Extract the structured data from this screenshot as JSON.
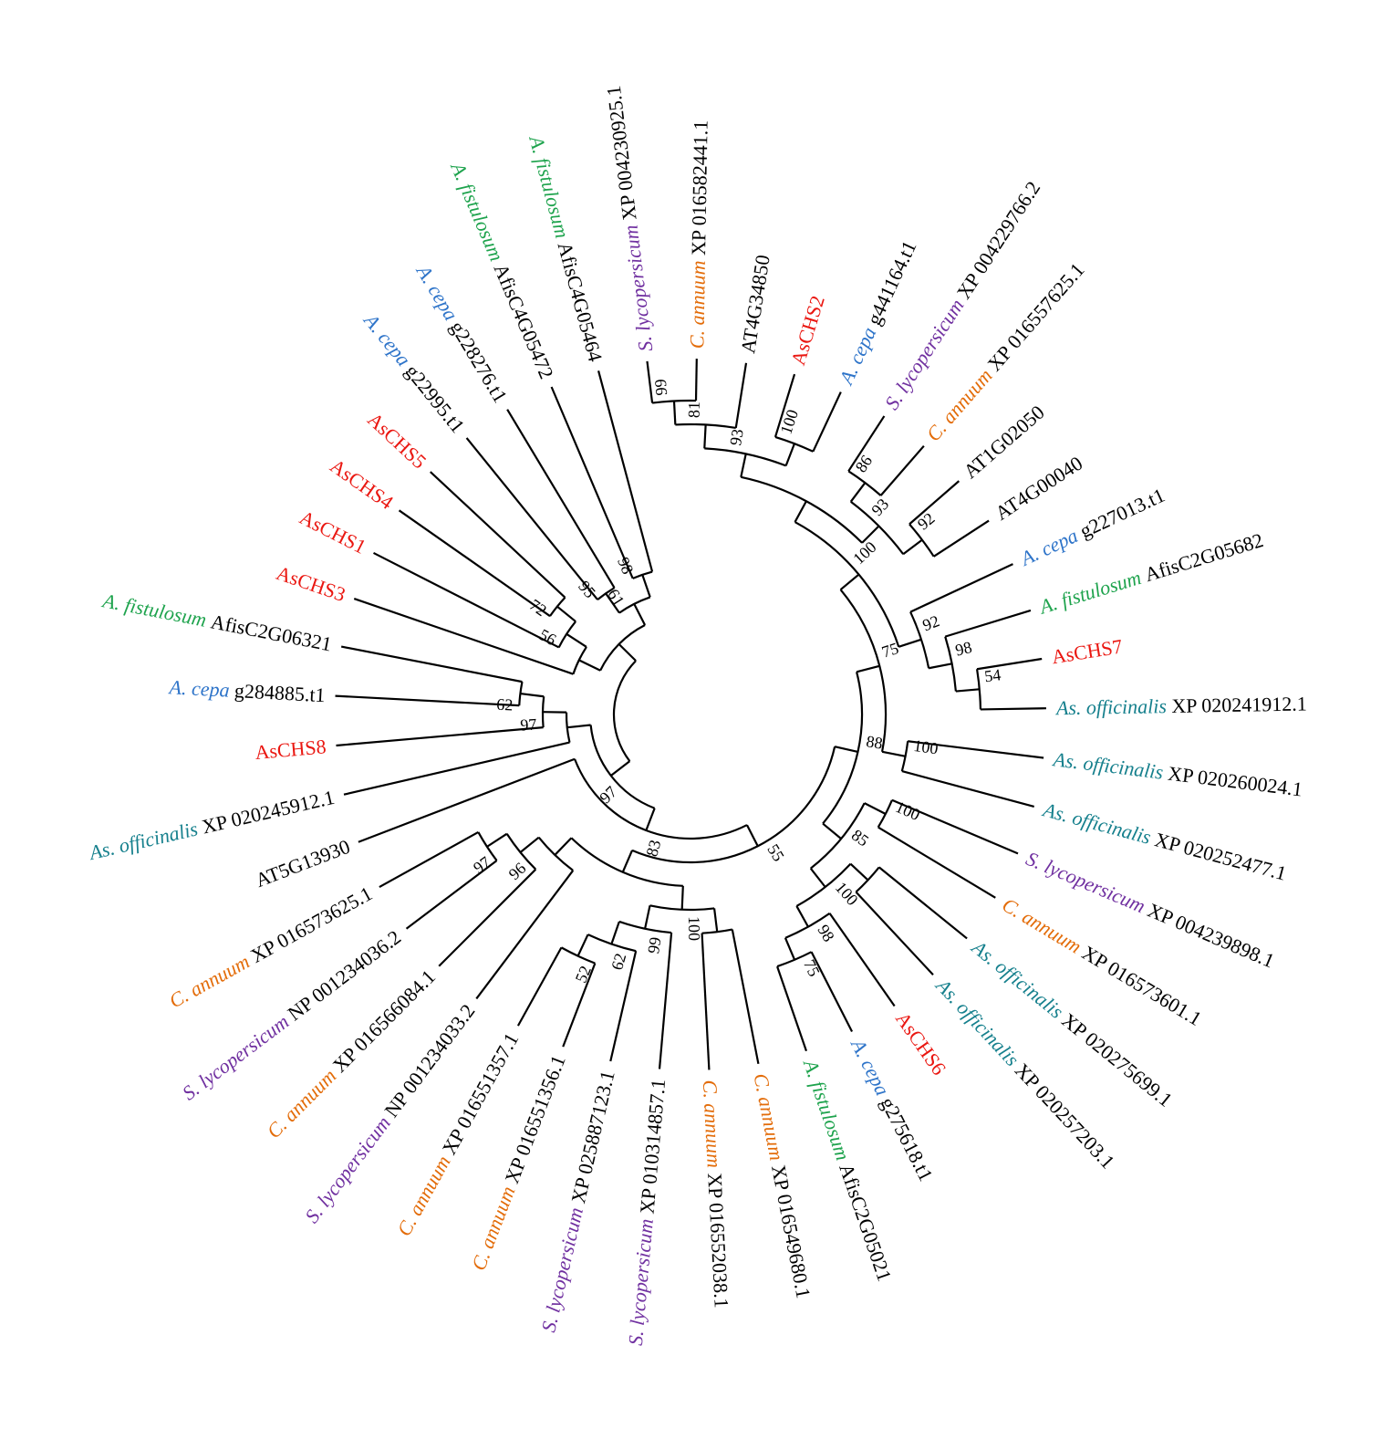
{
  "figure": {
    "kind": "circular-phylogenetic-tree"
  },
  "colors": {
    "lycopersicum": "#7030a0",
    "annuum": "#e36c09",
    "cepa": "#2e74c9",
    "fistulosum": "#1ea34d",
    "officinalis": "#16808d",
    "aschs": "#ea1711",
    "plain": "#000000",
    "branch": "#000000"
  },
  "leaves": [
    {
      "it": "S. lycopersicum",
      "pl": "XP 004230925.1",
      "ck": "lycopersicum"
    },
    {
      "it": "C. annuum",
      "pl": "XP 016582441.1",
      "ck": "annuum"
    },
    {
      "it": "",
      "pl": "AT4G34850",
      "ck": "plain"
    },
    {
      "it": "",
      "pl": "AsCHS2",
      "ck": "aschs"
    },
    {
      "it": "A. cepa",
      "pl": "g441164.t1",
      "ck": "cepa"
    },
    {
      "it": "S. lycopersicum",
      "pl": "XP 004229766.2",
      "ck": "lycopersicum"
    },
    {
      "it": "C. annuum",
      "pl": "XP 016557625.1",
      "ck": "annuum"
    },
    {
      "it": "",
      "pl": "AT1G02050",
      "ck": "plain"
    },
    {
      "it": "",
      "pl": "AT4G00040",
      "ck": "plain"
    },
    {
      "it": "A. cepa",
      "pl": "g227013.t1",
      "ck": "cepa"
    },
    {
      "it": "A. fistulosum",
      "pl": "AfisC2G05682",
      "ck": "fistulosum"
    },
    {
      "it": "",
      "pl": "AsCHS7",
      "ck": "aschs"
    },
    {
      "it": "As. officinalis",
      "pl": "XP 020241912.1",
      "ck": "officinalis"
    },
    {
      "it": "As. officinalis",
      "pl": "XP 020260024.1",
      "ck": "officinalis"
    },
    {
      "it": "As. officinalis",
      "pl": "XP 020252477.1",
      "ck": "officinalis"
    },
    {
      "it": "S. lycopersicum",
      "pl": "XP 004239898.1",
      "ck": "lycopersicum"
    },
    {
      "it": "C. annuum",
      "pl": "XP 016573601.1",
      "ck": "annuum"
    },
    {
      "it": "As. officinalis",
      "pl": "XP 020275699.1",
      "ck": "officinalis"
    },
    {
      "it": "As. officinalis",
      "pl": "XP 020257203.1",
      "ck": "officinalis"
    },
    {
      "it": "",
      "pl": "AsCHS6",
      "ck": "aschs"
    },
    {
      "it": "A. cepa",
      "pl": "g275618.t1",
      "ck": "cepa"
    },
    {
      "it": "A. fistulosum",
      "pl": "AfisC2G05021",
      "ck": "fistulosum"
    },
    {
      "it": "C. annuum",
      "pl": "XP 016549680.1",
      "ck": "annuum"
    },
    {
      "it": "C. annuum",
      "pl": "XP 016552038.1",
      "ck": "annuum"
    },
    {
      "it": "S. lycopersicum",
      "pl": "XP 010314857.1",
      "ck": "lycopersicum"
    },
    {
      "it": "S. lycopersicum",
      "pl": "XP 025887123.1",
      "ck": "lycopersicum"
    },
    {
      "it": "C. annuum",
      "pl": "XP 016551356.1",
      "ck": "annuum"
    },
    {
      "it": "C. annuum",
      "pl": "XP 016551357.1",
      "ck": "annuum"
    },
    {
      "it": "S. lycopersicum",
      "pl": "NP 001234033.2",
      "ck": "lycopersicum"
    },
    {
      "it": "C. annuum",
      "pl": "XP 016566084.1",
      "ck": "annuum"
    },
    {
      "it": "S. lycopersicum",
      "pl": "NP 001234036.2",
      "ck": "lycopersicum"
    },
    {
      "it": "C. annuum",
      "pl": "XP 016573625.1",
      "ck": "annuum"
    },
    {
      "it": "",
      "pl": "AT5G13930",
      "ck": "plain"
    },
    {
      "it": "As. officinalis",
      "pl": "XP 020245912.1",
      "ck": "officinalis"
    },
    {
      "it": "",
      "pl": "AsCHS8",
      "ck": "aschs"
    },
    {
      "it": "A. cepa",
      "pl": "g284885.t1",
      "ck": "cepa"
    },
    {
      "it": "A. fistulosum",
      "pl": "AfisC2G06321",
      "ck": "fistulosum"
    },
    {
      "it": "",
      "pl": "AsCHS3",
      "ck": "aschs"
    },
    {
      "it": "",
      "pl": "AsCHS1",
      "ck": "aschs"
    },
    {
      "it": "",
      "pl": "AsCHS4",
      "ck": "aschs"
    },
    {
      "it": "",
      "pl": "AsCHS5",
      "ck": "aschs"
    },
    {
      "it": "A. cepa",
      "pl": "g22995.t1",
      "ck": "cepa"
    },
    {
      "it": "A. cepa",
      "pl": "g228276.t1",
      "ck": "cepa"
    },
    {
      "it": "A. fistulosum",
      "pl": "AfisC4G05472",
      "ck": "fistulosum"
    },
    {
      "it": "A. fistulosum",
      "pl": "AfisC4G05464",
      "ck": "fistulosum"
    }
  ],
  "tree": {
    "s": "",
    "c": [
      {
        "s": "97",
        "c": [
          {
            "s": "83",
            "c": [
              {
                "s": "55",
                "c": [
                  {
                    "s": "88",
                    "c": [
                      {
                        "s": "75",
                        "c": [
                          {
                            "s": "100",
                            "c": [
                              {
                                "s": "",
                                "c": [
                                  {
                                    "s": "93",
                                    "c": [
                                      {
                                        "s": "81",
                                        "c": [
                                          {
                                            "s": "99",
                                            "c": [
                                              {
                                                "l": 0
                                              },
                                              {
                                                "l": 1
                                              }
                                            ]
                                          },
                                          {
                                            "l": 2
                                          }
                                        ]
                                      },
                                      {
                                        "s": "100",
                                        "c": [
                                          {
                                            "l": 3
                                          },
                                          {
                                            "l": 4
                                          }
                                        ]
                                      }
                                    ]
                                  },
                                  {
                                    "s": "93",
                                    "c": [
                                      {
                                        "s": "86",
                                        "c": [
                                          {
                                            "l": 5
                                          },
                                          {
                                            "l": 6
                                          }
                                        ]
                                      },
                                      {
                                        "s": "92",
                                        "c": [
                                          {
                                            "l": 7
                                          },
                                          {
                                            "l": 8
                                          }
                                        ]
                                      }
                                    ]
                                  }
                                ]
                              },
                              {
                                "s": "92",
                                "c": [
                                  {
                                    "l": 9
                                  },
                                  {
                                    "s": "98",
                                    "c": [
                                      {
                                        "l": 10
                                      },
                                      {
                                        "s": "54",
                                        "c": [
                                          {
                                            "l": 11
                                          },
                                          {
                                            "l": 12
                                          }
                                        ]
                                      }
                                    ]
                                  }
                                ]
                              }
                            ]
                          },
                          {
                            "s": "100",
                            "c": [
                              {
                                "l": 13
                              },
                              {
                                "l": 14
                              }
                            ]
                          }
                        ]
                      },
                      {
                        "s": "85",
                        "c": [
                          {
                            "s": "100",
                            "c": [
                              {
                                "l": 15
                              },
                              {
                                "l": 16
                              }
                            ]
                          },
                          {
                            "s": "100",
                            "c": [
                              {
                                "s": "",
                                "c": [
                                  {
                                    "l": 17
                                  },
                                  {
                                    "l": 18
                                  }
                                ]
                              },
                              {
                                "s": "98",
                                "c": [
                                  {
                                    "l": 19
                                  },
                                  {
                                    "s": "75",
                                    "c": [
                                      {
                                        "l": 20
                                      },
                                      {
                                        "l": 21
                                      }
                                    ]
                                  }
                                ]
                              }
                            ]
                          }
                        ]
                      }
                    ]
                  },
                  {
                    "s": "",
                    "c": [
                      {
                        "s": "100",
                        "c": [
                          {
                            "s": "",
                            "c": [
                              {
                                "l": 22
                              },
                              {
                                "l": 23
                              }
                            ]
                          },
                          {
                            "s": "99",
                            "c": [
                              {
                                "l": 24
                              },
                              {
                                "s": "62",
                                "c": [
                                  {
                                    "l": 25
                                  },
                                  {
                                    "s": "52",
                                    "c": [
                                      {
                                        "l": 26
                                      },
                                      {
                                        "l": 27
                                      }
                                    ]
                                  }
                                ]
                              }
                            ]
                          }
                        ]
                      },
                      {
                        "s": "",
                        "c": [
                          {
                            "l": 28
                          },
                          {
                            "s": "96",
                            "c": [
                              {
                                "l": 29
                              },
                              {
                                "s": "97",
                                "c": [
                                  {
                                    "l": 30
                                  },
                                  {
                                    "l": 31
                                  }
                                ]
                              }
                            ]
                          }
                        ]
                      }
                    ]
                  }
                ]
              },
              {
                "l": 32
              }
            ]
          },
          {
            "s": "",
            "c": [
              {
                "l": 33
              },
              {
                "s": "97",
                "c": [
                  {
                    "l": 34
                  },
                  {
                    "s": "62",
                    "c": [
                      {
                        "l": 35
                      },
                      {
                        "l": 36
                      }
                    ]
                  }
                ]
              }
            ]
          }
        ]
      },
      {
        "s": "",
        "c": [
          {
            "s": "",
            "c": [
              {
                "l": 37
              },
              {
                "s": "56",
                "c": [
                  {
                    "l": 38
                  },
                  {
                    "s": "72",
                    "c": [
                      {
                        "l": 39
                      },
                      {
                        "l": 40
                      }
                    ]
                  }
                ]
              }
            ]
          },
          {
            "s": "61",
            "c": [
              {
                "s": "95",
                "c": [
                  {
                    "l": 41
                  },
                  {
                    "l": 42
                  }
                ]
              },
              {
                "s": "98",
                "c": [
                  {
                    "l": 43
                  },
                  {
                    "l": 44
                  }
                ]
              }
            ]
          }
        ]
      }
    ]
  }
}
